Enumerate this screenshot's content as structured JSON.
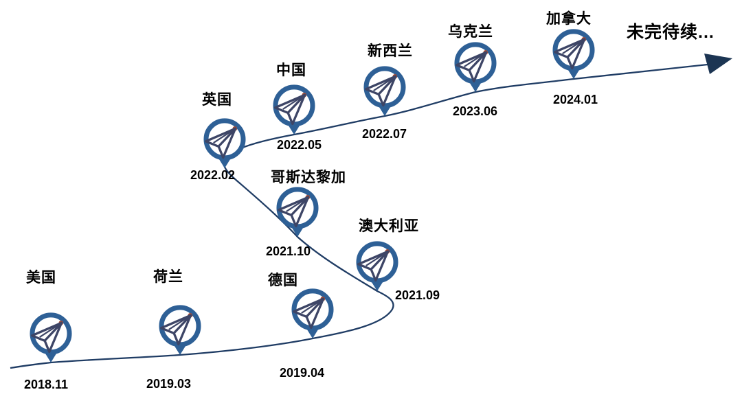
{
  "timeline": {
    "continuation_label": "未完待续...",
    "line_color": "#1F3C64",
    "arrow_color": "#1C3553",
    "marker_border_color": "#2E6096",
    "marker_fill_color": "#FFFFFF",
    "plane_color": "#3D4566",
    "plane_tip_color": "#A04936",
    "text_color": "#000000",
    "milestones": [
      {
        "country": "美国",
        "date": "2018.11"
      },
      {
        "country": "荷兰",
        "date": "2019.03"
      },
      {
        "country": "德国",
        "date": "2019.04"
      },
      {
        "country": "澳大利亚",
        "date": "2021.09"
      },
      {
        "country": "哥斯达黎加",
        "date": "2021.10"
      },
      {
        "country": "英国",
        "date": "2022.02"
      },
      {
        "country": "中国",
        "date": "2022.05"
      },
      {
        "country": "新西兰",
        "date": "2022.07"
      },
      {
        "country": "乌克兰",
        "date": "2023.06"
      },
      {
        "country": "加拿大",
        "date": "2024.01"
      }
    ]
  }
}
